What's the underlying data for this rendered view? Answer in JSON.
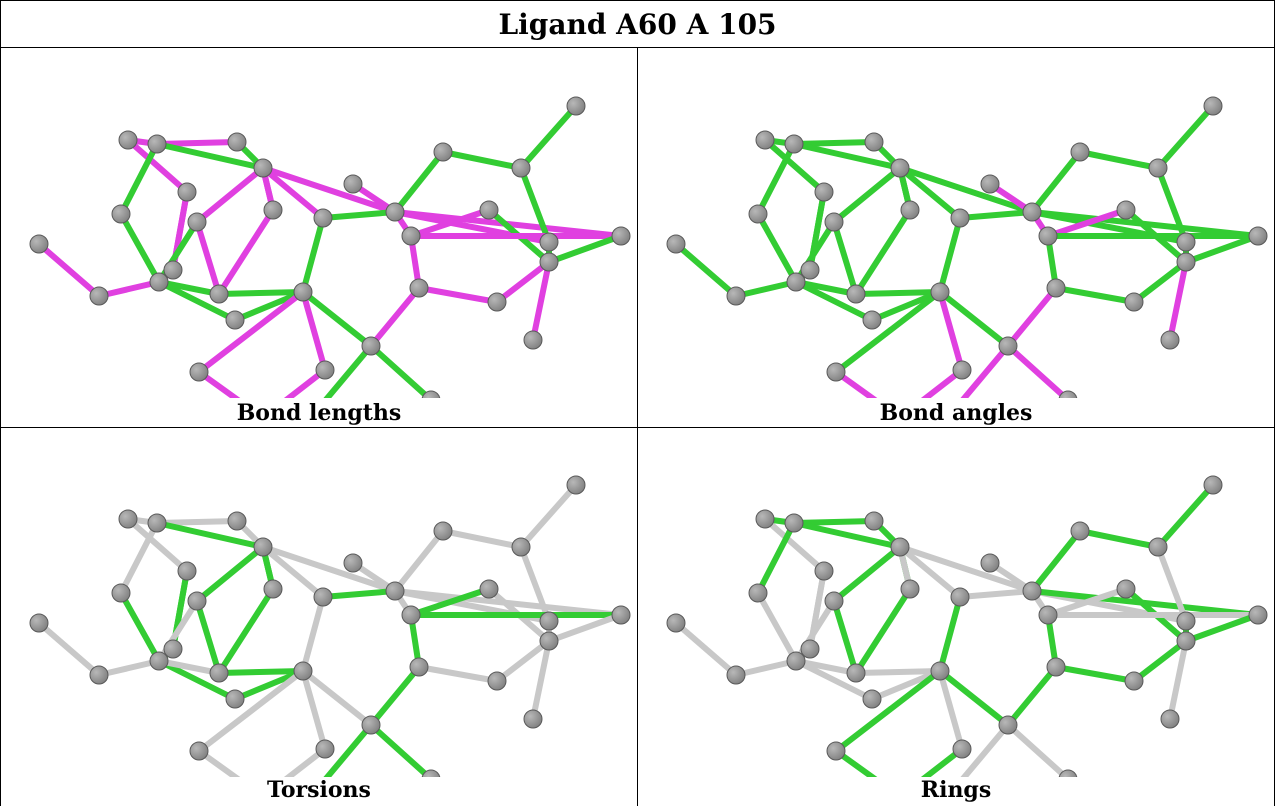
{
  "title": "Ligand A60 A 105",
  "panels": [
    {
      "label": "Bond lengths",
      "highlight_color": "#e040e0"
    },
    {
      "label": "Bond angles",
      "highlight_color": "#e040e0"
    },
    {
      "label": "Torsions",
      "highlight_color": "#33cc33"
    },
    {
      "label": "Rings",
      "highlight_color": "#33cc33"
    }
  ],
  "colors": {
    "atom": "#808080",
    "bond_green": "#33cc33",
    "bond_magenta": "#e040e0",
    "bond_gray": "#c8c8c8"
  }
}
